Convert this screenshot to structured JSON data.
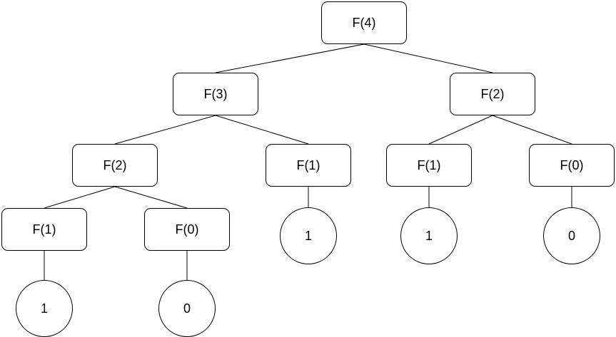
{
  "diagram": {
    "nodes": [
      {
        "id": "n0",
        "label": "F(4)",
        "shape": "box"
      },
      {
        "id": "n1",
        "label": "F(3)",
        "shape": "box"
      },
      {
        "id": "n2",
        "label": "F(2)",
        "shape": "box"
      },
      {
        "id": "n3",
        "label": "F(2)",
        "shape": "box"
      },
      {
        "id": "n4",
        "label": "F(1)",
        "shape": "box"
      },
      {
        "id": "n5",
        "label": "F(1)",
        "shape": "box"
      },
      {
        "id": "n6",
        "label": "F(0)",
        "shape": "box"
      },
      {
        "id": "n7",
        "label": "F(1)",
        "shape": "box"
      },
      {
        "id": "n8",
        "label": "F(0)",
        "shape": "box"
      },
      {
        "id": "n9",
        "label": "1",
        "shape": "circle"
      },
      {
        "id": "n10",
        "label": "1",
        "shape": "circle"
      },
      {
        "id": "n11",
        "label": "0",
        "shape": "circle"
      },
      {
        "id": "n12",
        "label": "1",
        "shape": "circle"
      },
      {
        "id": "n13",
        "label": "0",
        "shape": "circle"
      }
    ],
    "edges": [
      [
        "n0",
        "n1"
      ],
      [
        "n0",
        "n2"
      ],
      [
        "n1",
        "n3"
      ],
      [
        "n1",
        "n4"
      ],
      [
        "n2",
        "n5"
      ],
      [
        "n2",
        "n6"
      ],
      [
        "n3",
        "n7"
      ],
      [
        "n3",
        "n8"
      ],
      [
        "n4",
        "n9"
      ],
      [
        "n5",
        "n10"
      ],
      [
        "n6",
        "n11"
      ],
      [
        "n7",
        "n12"
      ],
      [
        "n8",
        "n13"
      ]
    ]
  }
}
